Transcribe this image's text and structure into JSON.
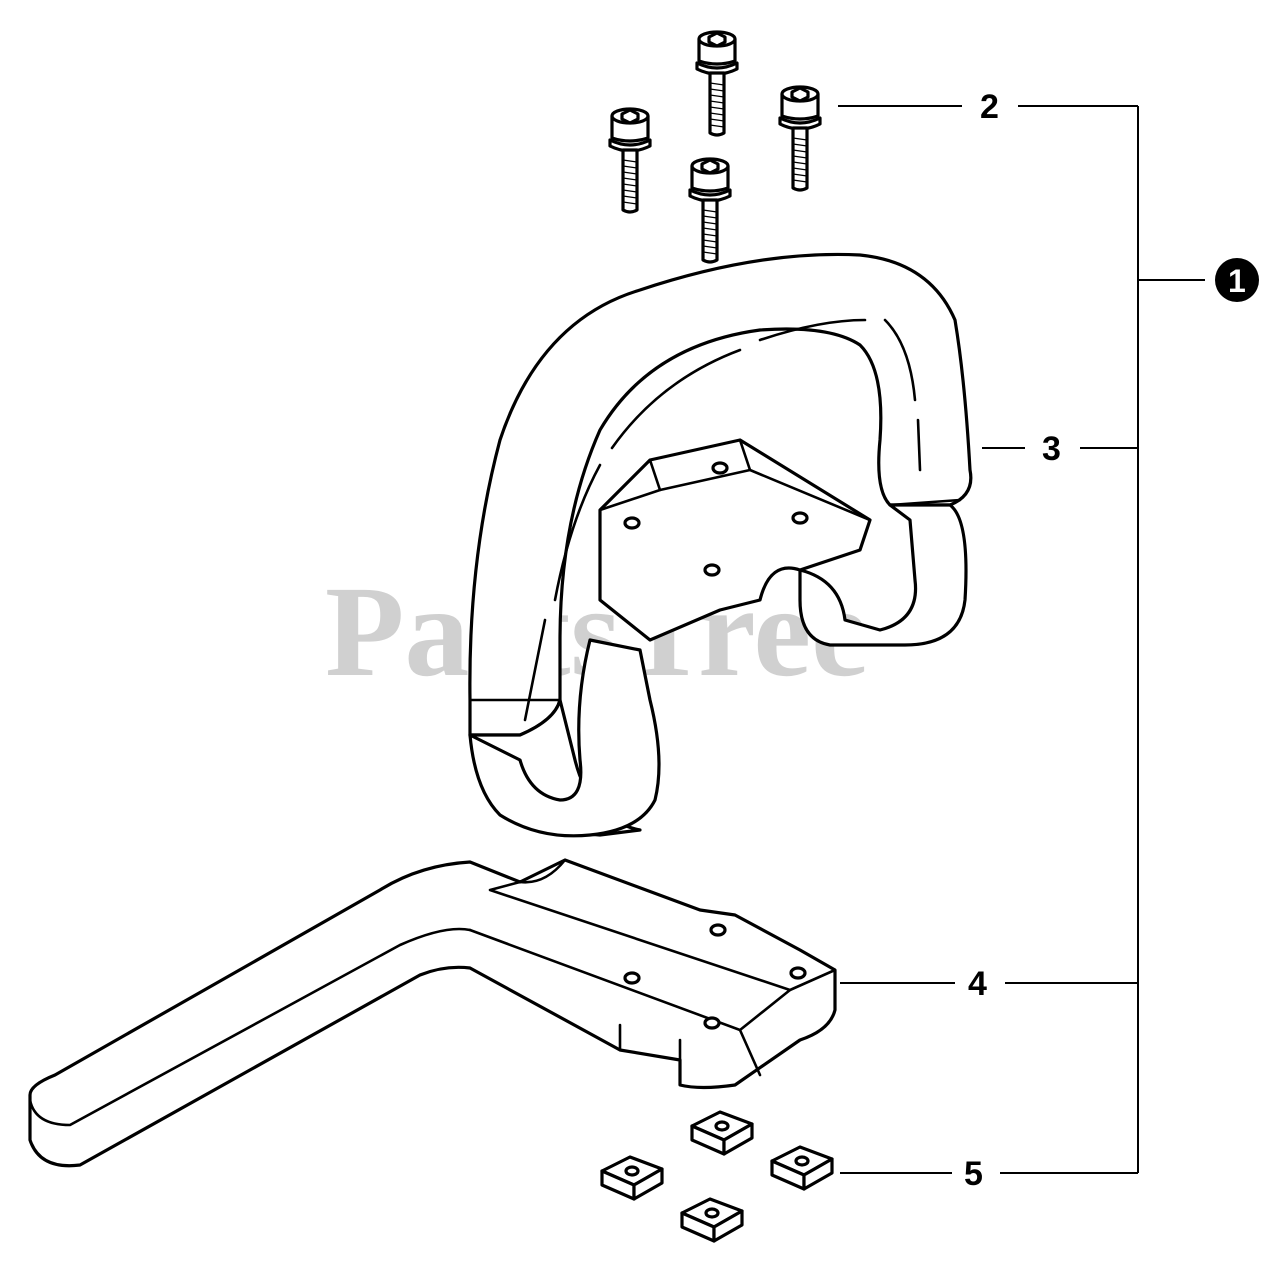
{
  "watermark": "PartsTree",
  "callouts": {
    "assembly": "1",
    "bolt": "2",
    "handle_upper": "3",
    "handle_lower": "4",
    "nut": "5"
  },
  "colors": {
    "line": "#000000",
    "background": "#ffffff",
    "watermark": "#d0d0d0"
  }
}
